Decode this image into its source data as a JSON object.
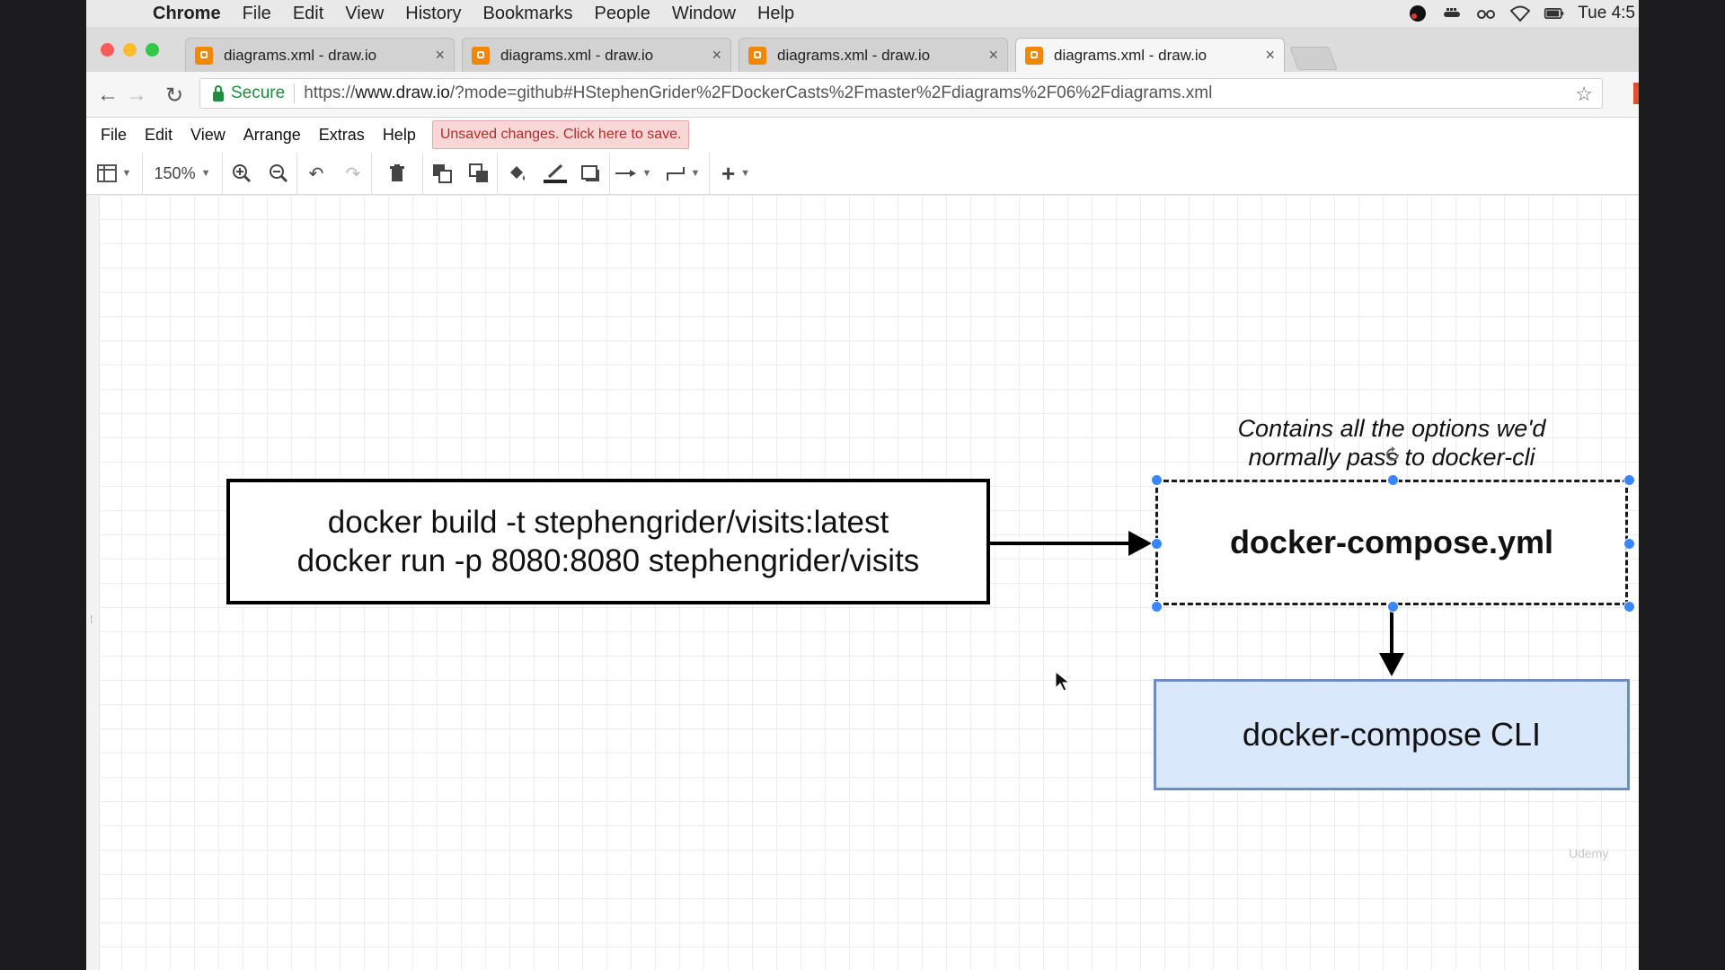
{
  "menubar": {
    "items": [
      "Chrome",
      "File",
      "Edit",
      "View",
      "History",
      "Bookmarks",
      "People",
      "Window",
      "Help"
    ],
    "clock": "Tue 4:5"
  },
  "tabs": [
    {
      "title": "diagrams.xml - draw.io",
      "active": false
    },
    {
      "title": "diagrams.xml - draw.io",
      "active": false
    },
    {
      "title": "diagrams.xml - draw.io",
      "active": false
    },
    {
      "title": "diagrams.xml - draw.io",
      "active": true
    }
  ],
  "address": {
    "secure_label": "Secure",
    "url_scheme": "https://",
    "url_host": "www.draw.io",
    "url_rest": "/?mode=github#HStephenGrider%2FDockerCasts%2Fmaster%2Fdiagrams%2F06%2Fdiagrams.xml"
  },
  "drawio_menu": {
    "items": [
      "File",
      "Edit",
      "View",
      "Arrange",
      "Extras",
      "Help"
    ],
    "unsaved": "Unsaved changes. Click here to save."
  },
  "drawio_toolbar": {
    "zoom": "150%"
  },
  "diagram": {
    "commands_line1": "docker build -t stephengrider/visits:latest",
    "commands_line2": "docker run -p 8080:8080 stephengrider/visits",
    "compose_file": "docker-compose.yml",
    "compose_cli": "docker-compose CLI",
    "note_line1": "Contains all the options we'd",
    "note_line2": "normally pass to docker-cli",
    "compose_cli_fill": "#dae8fc",
    "compose_cli_stroke": "#6c8ebf",
    "selection_color": "#3a86ff"
  },
  "watermark": "Udemy"
}
